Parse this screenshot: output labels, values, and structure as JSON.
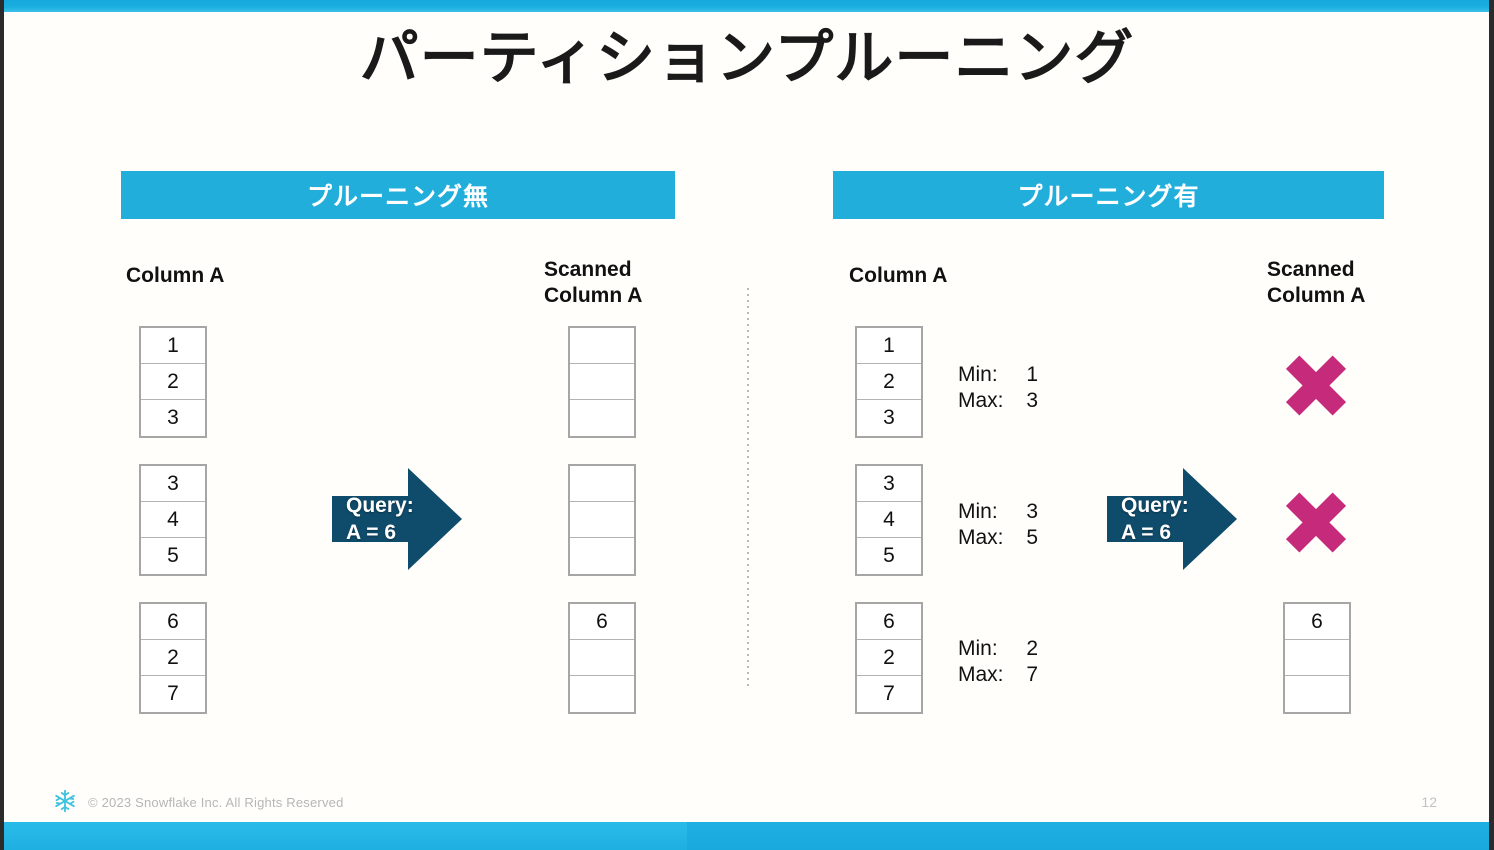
{
  "slide": {
    "title": "パーティションプルーニング",
    "page_number": "12",
    "accent_color": "#22aedb",
    "arrow_color": "#0f4c6b",
    "x_mark_color": "#c62a7b"
  },
  "footer": {
    "logo_icon": "snowflake-icon",
    "copyright": "© 2023 Snowflake Inc. All Rights Reserved"
  },
  "panels": {
    "left": {
      "header": "プルーニング無",
      "source_label": "Column A",
      "scanned_label": "Scanned\nColumn A",
      "arrow_label": "Query:\nA = 6",
      "partitions": [
        {
          "values": [
            "1",
            "2",
            "3"
          ]
        },
        {
          "values": [
            "3",
            "4",
            "5"
          ]
        },
        {
          "values": [
            "6",
            "2",
            "7"
          ]
        }
      ],
      "scanned": [
        {
          "values": [
            "",
            "",
            ""
          ],
          "pruned": false
        },
        {
          "values": [
            "",
            "",
            ""
          ],
          "pruned": false
        },
        {
          "values": [
            "6",
            "",
            ""
          ],
          "pruned": false
        }
      ]
    },
    "right": {
      "header": "プルーニング有",
      "source_label": "Column A",
      "scanned_label": "Scanned\nColumn A",
      "arrow_label": "Query:\nA = 6",
      "partitions": [
        {
          "values": [
            "1",
            "2",
            "3"
          ],
          "min_key": "Min:",
          "min": "1",
          "max_key": "Max:",
          "max": "3"
        },
        {
          "values": [
            "3",
            "4",
            "5"
          ],
          "min_key": "Min:",
          "min": "3",
          "max_key": "Max:",
          "max": "5"
        },
        {
          "values": [
            "6",
            "2",
            "7"
          ],
          "min_key": "Min:",
          "min": "2",
          "max_key": "Max:",
          "max": "7"
        }
      ],
      "scanned": [
        {
          "values": [],
          "pruned": true
        },
        {
          "values": [],
          "pruned": true
        },
        {
          "values": [
            "6",
            "",
            ""
          ],
          "pruned": false
        }
      ]
    }
  }
}
